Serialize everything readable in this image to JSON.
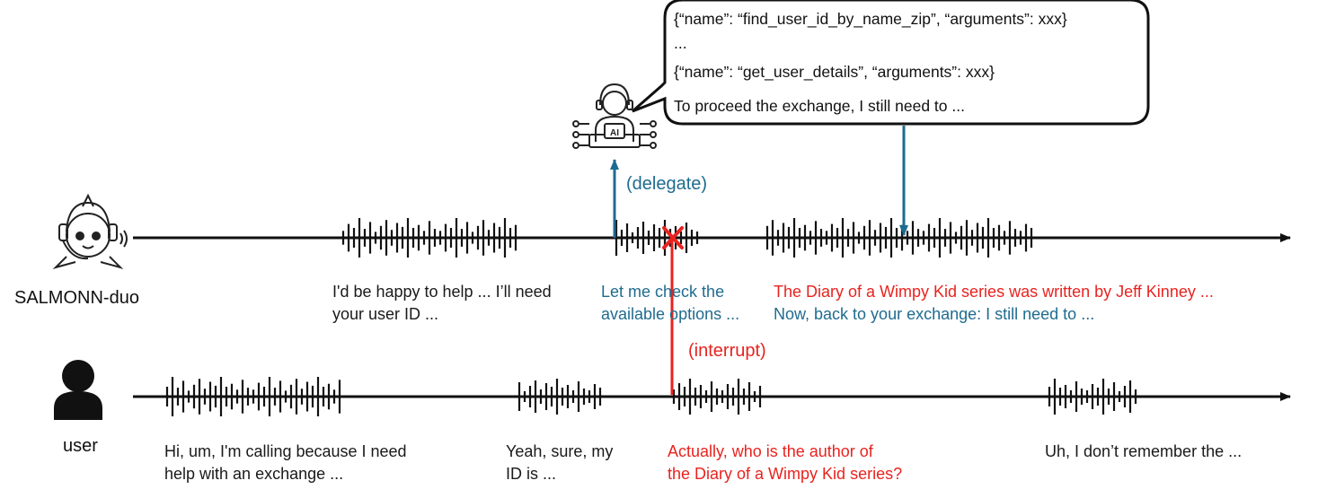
{
  "agent": {
    "name": "SALMONN-duo",
    "icon": "robot-girl-headset-icon"
  },
  "user": {
    "name": "user",
    "icon": "person-icon"
  },
  "assistant_icon": "ai-agent-headset-icon",
  "bubble": {
    "line1": "{“name”: “find_user_id_by_name_zip”, “arguments”: xxx}",
    "line2": "...",
    "line3": "{“name”: “get_user_details”, “arguments”: xxx}",
    "line4": "To proceed the exchange, I still need to ..."
  },
  "labels": {
    "delegate": "(delegate)",
    "interrupt": "(interrupt)"
  },
  "agent_utterances": {
    "u1_l1": "I'd be happy to help ... I’ll need",
    "u1_l2": "your user ID ...",
    "u2_l1": "Let me check the",
    "u2_l2": "available options ...",
    "u3_l1": "The Diary of a Wimpy Kid series was written by Jeff Kinney ...",
    "u3_l2": "Now, back to your exchange: I still need to ..."
  },
  "user_utterances": {
    "u1_l1": "Hi, um, I'm calling because I need",
    "u1_l2": "help with an exchange ...",
    "u2_l1": "Yeah, sure, my",
    "u2_l2": "ID is ...",
    "u3_l1": "Actually, who is the author of",
    "u3_l2": "the Diary of a Wimpy Kid series?",
    "u4_l1": "Uh, I don’t remember the ..."
  },
  "colors": {
    "blue": "#1f6b8f",
    "red": "#e8231f",
    "line": "#111111"
  }
}
